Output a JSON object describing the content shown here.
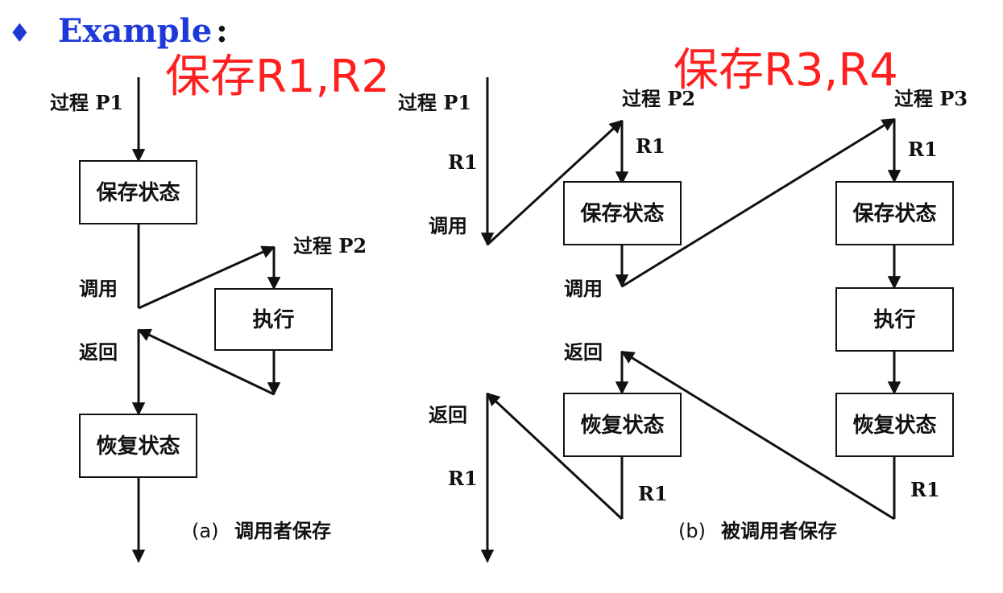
{
  "colors": {
    "title": "#1f39d8",
    "annotation": "#ff1f1f",
    "ink": "#111111"
  },
  "title": {
    "bullet": "♦",
    "text": "Example",
    "colon": ":"
  },
  "annotations": {
    "left": "保存R1,R2",
    "right": "保存R3,R4"
  },
  "diagram_a": {
    "labels": {
      "process_p1": "过程 P1",
      "process_p2": "过程 P2",
      "call": "调用",
      "return": "返回"
    },
    "boxes": {
      "save_state": "保存状态",
      "execute": "执行",
      "restore_state": "恢复状态"
    },
    "caption": {
      "letter": "(a)",
      "text": "调用者保存"
    }
  },
  "diagram_b": {
    "labels": {
      "process_p1": "过程 P1",
      "process_p2": "过程 P2",
      "process_p3": "过程 P3",
      "r1_p1_down": "R1",
      "call_p1": "调用",
      "return_p1": "返回",
      "r1_p1_bottom": "R1",
      "r1_p2_top": "R1",
      "call_p2": "调用",
      "return_p2": "返回",
      "r1_p2_bottom": "R1",
      "r1_p3_top": "R1",
      "r1_p3_bottom": "R1"
    },
    "boxes": {
      "p2_save_state": "保存状态",
      "p2_restore_state": "恢复状态",
      "p3_save_state": "保存状态",
      "p3_execute": "执行",
      "p3_restore_state": "恢复状态"
    },
    "caption": {
      "letter": "(b)",
      "text": "被调用者保存"
    }
  }
}
